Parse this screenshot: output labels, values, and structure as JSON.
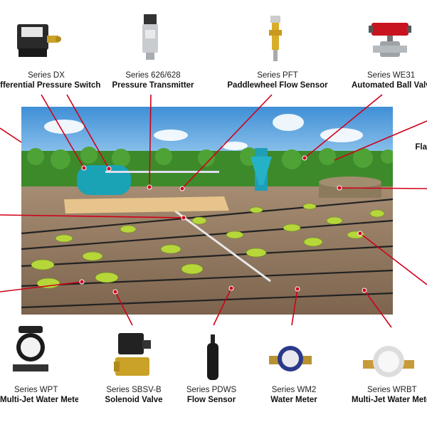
{
  "products_top": [
    {
      "series": "Series DX",
      "name": "Differential Pressure Switch",
      "icon": "pressure-switch-icon"
    },
    {
      "series": "Series 626/628",
      "name": "Pressure Transmitter",
      "icon": "pressure-transmitter-icon"
    },
    {
      "series": "Series PFT",
      "name": "Paddlewheel Flow Sensor",
      "icon": "paddlewheel-sensor-icon"
    },
    {
      "series": "Series WE31",
      "name": "Automated Ball Valve",
      "icon": "ball-valve-icon"
    }
  ],
  "products_bottom": [
    {
      "series": "Series WPT",
      "name": "Multi-Jet Water Meter",
      "icon": "water-meter-icon"
    },
    {
      "series": "Series SBSV-B",
      "name": "Solenoid Valve",
      "icon": "solenoid-valve-icon"
    },
    {
      "series": "Series PDWS",
      "name": "Flow Sensor",
      "icon": "flow-sensor-icon"
    },
    {
      "series": "Series WM2",
      "name": "Water Meter",
      "icon": "water-meter-icon"
    },
    {
      "series": "Series WRBT",
      "name": "Multi-Jet Water Meter",
      "icon": "water-meter-icon"
    }
  ],
  "side_right_label": "Fla",
  "colors": {
    "callout": "#d0001a",
    "sky": "#62a9e0",
    "soil": "#8a6e55",
    "tank": "#1ba7b8",
    "plant": "#b6d63a"
  }
}
